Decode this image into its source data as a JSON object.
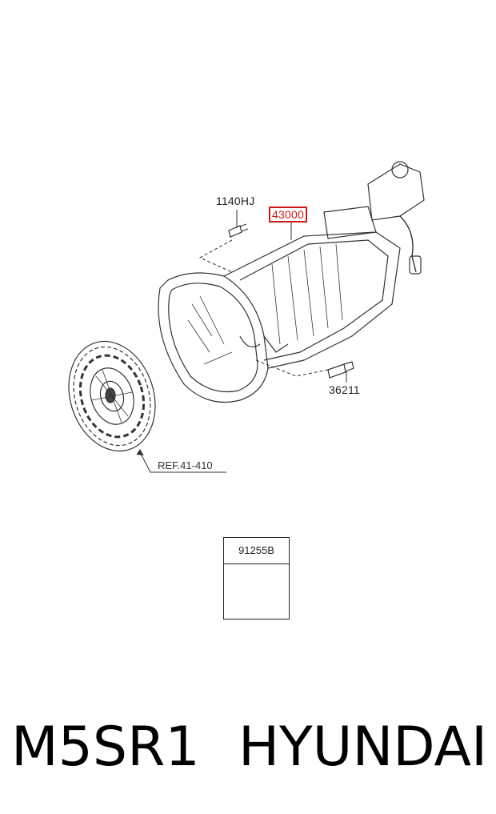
{
  "callouts": {
    "bolt_top": "1140HJ",
    "transmission": "43000",
    "bolt_bottom": "36211",
    "reference": "REF.41-410"
  },
  "part_box": {
    "code": "91255B",
    "icon": "bracket-clip-icon"
  },
  "footer": {
    "model": "M5SR1",
    "brand": "HYUNDAI"
  },
  "colors": {
    "highlight": "#d11a1a",
    "line": "#333333"
  }
}
